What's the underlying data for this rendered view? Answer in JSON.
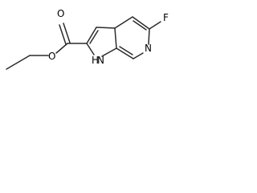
{
  "diagram": {
    "type": "chemical-structure",
    "atoms": {
      "O1": "O",
      "O2": "O",
      "F": "F",
      "N": "N",
      "H": "H"
    },
    "colors": {
      "bond": "#2b2b2b",
      "text": "#000000",
      "background": "#ffffff"
    }
  }
}
